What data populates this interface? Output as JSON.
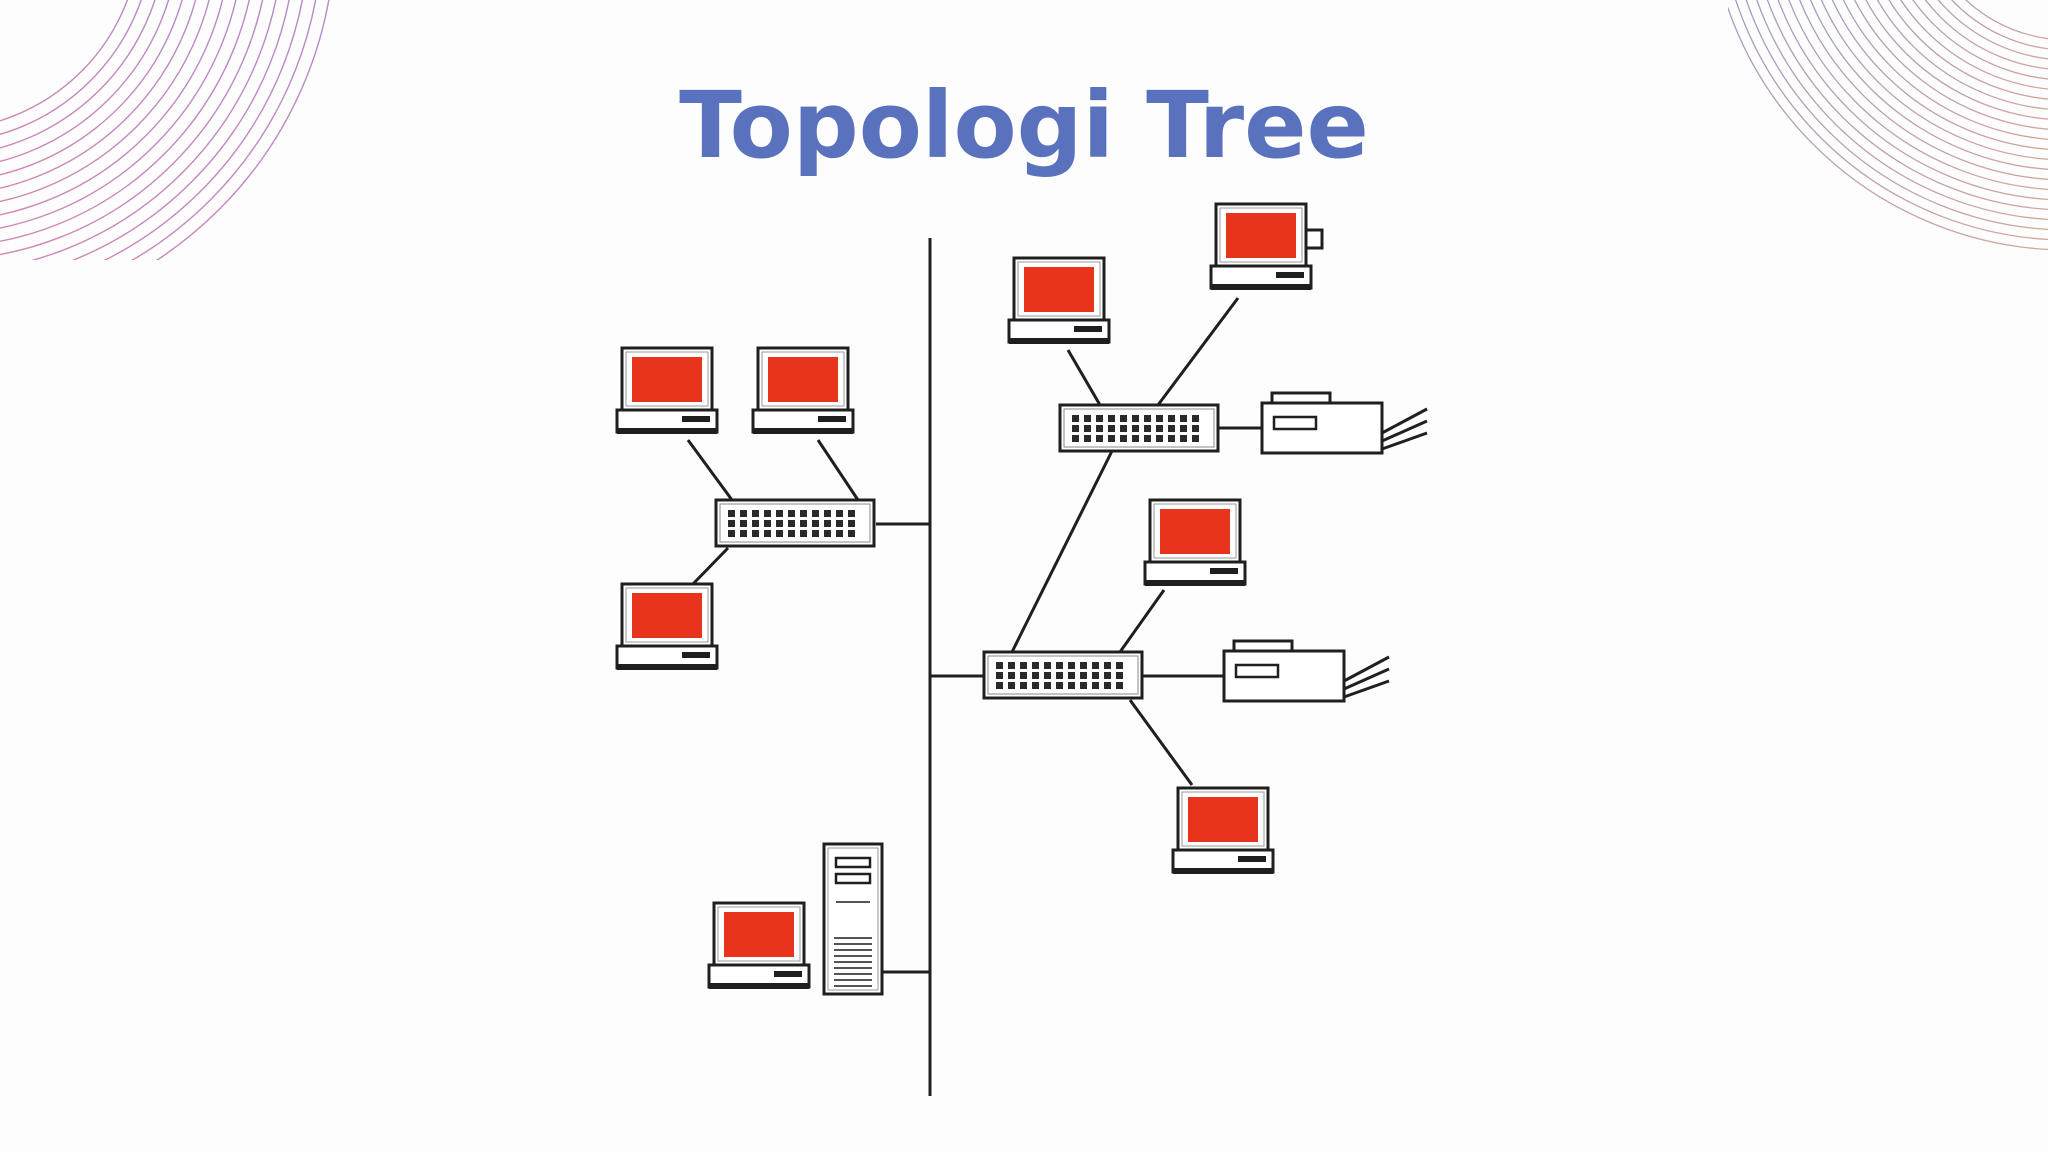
{
  "slide": {
    "title": "Topologi Tree"
  },
  "colors": {
    "title": "#5a72be",
    "screen": "#e8341c",
    "line": "#1f1f1f",
    "deco_left_a": "#9a7ad0",
    "deco_left_b": "#e07a9a",
    "deco_right_a": "#6a7fd6",
    "deco_right_b": "#f0a070"
  },
  "diagram": {
    "devices": [
      {
        "name": "backbone-cable",
        "type": "bus"
      },
      {
        "name": "hub-left",
        "type": "hub"
      },
      {
        "name": "hub-upper-right",
        "type": "hub"
      },
      {
        "name": "hub-lower-right",
        "type": "hub"
      },
      {
        "name": "computer-left-top-1",
        "type": "computer"
      },
      {
        "name": "computer-left-top-2",
        "type": "computer"
      },
      {
        "name": "computer-left-bottom",
        "type": "computer"
      },
      {
        "name": "computer-upper-right-1",
        "type": "computer"
      },
      {
        "name": "computer-upper-right-2",
        "type": "computer"
      },
      {
        "name": "printer-upper-right",
        "type": "printer"
      },
      {
        "name": "computer-lower-right-top",
        "type": "computer"
      },
      {
        "name": "printer-lower-right",
        "type": "printer"
      },
      {
        "name": "computer-lower-right-bottom",
        "type": "computer"
      },
      {
        "name": "server-workstation",
        "type": "computer"
      },
      {
        "name": "server-tower",
        "type": "server"
      }
    ]
  }
}
